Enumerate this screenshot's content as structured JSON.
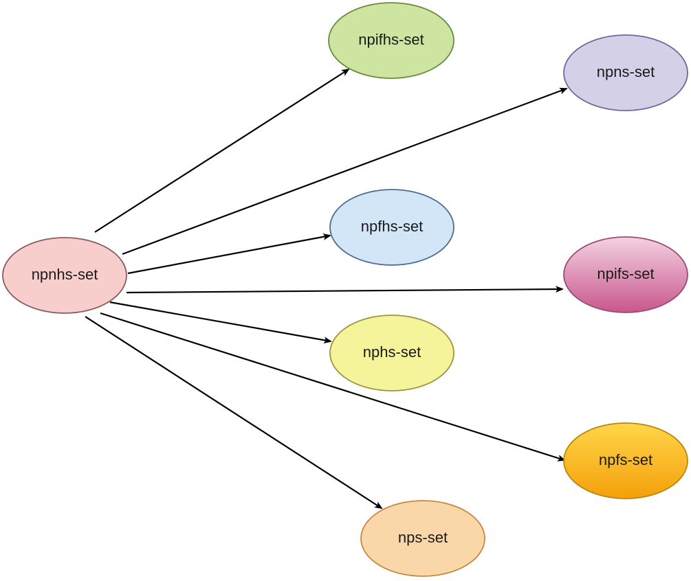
{
  "nodes": {
    "npnhs": {
      "label": "npnhs-set",
      "fill": "#f8cecc",
      "stroke": "#8a5a5a"
    },
    "npifhs": {
      "label": "npifhs-set",
      "fill": "#cde5a0",
      "stroke": "#6a8a3a"
    },
    "npns": {
      "label": "npns-set",
      "fill": "#d4d0e8",
      "stroke": "#6f66a0"
    },
    "npfhs": {
      "label": "npfhs-set",
      "fill": "#d2e6f8",
      "stroke": "#4c6c8c"
    },
    "npifs": {
      "label": "npifs-set",
      "fill_top": "#f4d2e2",
      "fill_bottom": "#c8578c",
      "stroke": "#9a4a74"
    },
    "nphs": {
      "label": "nphs-set",
      "fill": "#f6f49a",
      "stroke": "#9a9640"
    },
    "npfs": {
      "label": "npfs-set",
      "fill_top": "#ffd64a",
      "fill_bottom": "#f4a00a",
      "stroke": "#b8860b"
    },
    "nps": {
      "label": "nps-set",
      "fill": "#fad7a8",
      "stroke": "#c8873e"
    }
  },
  "edges": [
    {
      "from": "npnhs",
      "to": "npifhs"
    },
    {
      "from": "npnhs",
      "to": "npns"
    },
    {
      "from": "npnhs",
      "to": "npfhs"
    },
    {
      "from": "npnhs",
      "to": "npifs"
    },
    {
      "from": "npnhs",
      "to": "nphs"
    },
    {
      "from": "npnhs",
      "to": "npfs"
    },
    {
      "from": "npnhs",
      "to": "nps"
    }
  ]
}
